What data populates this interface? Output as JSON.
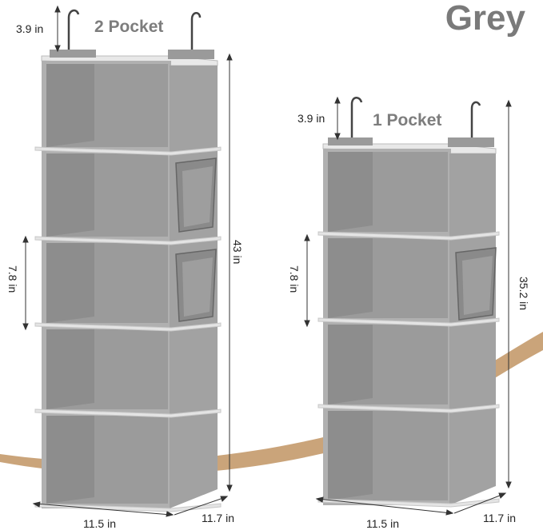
{
  "title": "Grey",
  "colors": {
    "grey_fabric": "#a9a9a9",
    "grey_dark": "#8f8f8f",
    "shelf_edge": "#e2e2e2",
    "title_grey": "#7a7a7a",
    "swoosh": "#c49a6c"
  },
  "organizers": [
    {
      "label": "2 Pocket",
      "height": "43 in",
      "width": "11.5 in",
      "depth": "11.7 in",
      "top_gap": "3.9 in",
      "shelf_gap": "7.8 in",
      "compartments": 5,
      "pockets": 2
    },
    {
      "label": "1 Pocket",
      "height": "35.2 in",
      "width": "11.5 in",
      "depth": "11.7 in",
      "top_gap": "3.9 in",
      "shelf_gap": "7.8 in",
      "compartments": 4,
      "pockets": 1
    }
  ]
}
